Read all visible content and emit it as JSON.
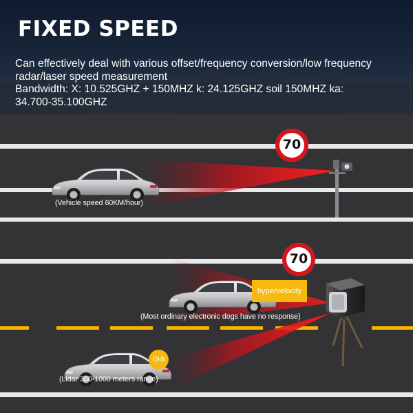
{
  "header": {
    "title": "FIXED SPEED",
    "description_lines": [
      "Can effectively deal with various offset/frequency conversion/low frequency",
      "radar/laser speed measurement",
      "Bandwidth: X: 10.525GHZ + 150MHZ k: 24.125GHZ soil 150MHZ ka:",
      "34.700-35.100GHZ"
    ]
  },
  "scene": {
    "top_lane": {
      "speed_limit": "70",
      "caption": "(Vehicle speed 60KM/hour)"
    },
    "bottom_lane": {
      "speed_limit": "70",
      "badge_hypervelocity": "hypervelocity",
      "caption_middle": "(Most ordinary electronic dogs have no response)",
      "badge_didi": "Didi",
      "caption_bottom": "(Lidar 300-1000 meters range)"
    }
  },
  "colors": {
    "beam_red": "#e0141c",
    "badge_yellow": "#f6b90f",
    "lane_dash_yellow": "#f7b500",
    "road": "#333336",
    "sign_ring": "#d7141c"
  },
  "icons": [
    "speed-camera-icon",
    "tripod-radar-icon",
    "car-icon",
    "speed-limit-sign-icon"
  ]
}
